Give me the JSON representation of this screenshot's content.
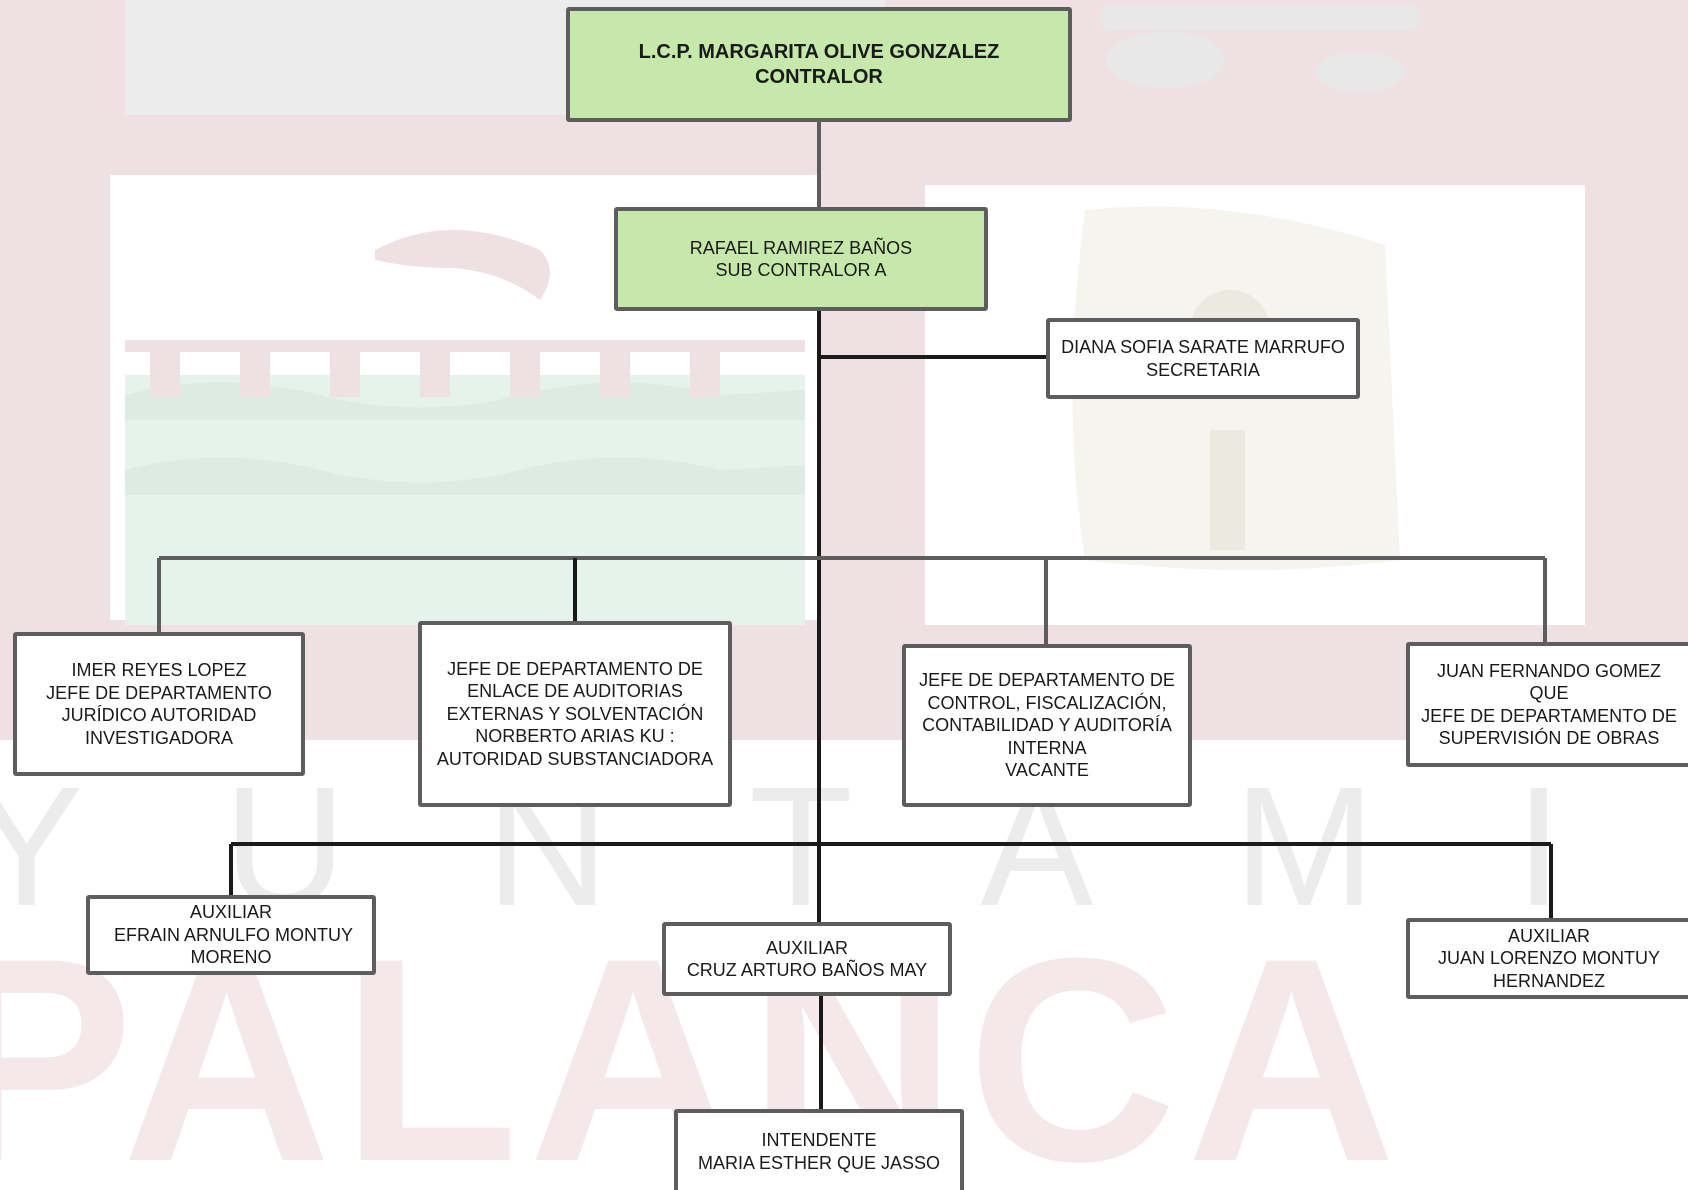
{
  "colors": {
    "border": "#5d5d5d",
    "highlight_fill": "#c6e9ab",
    "connector": "#1a1a1a",
    "watermark_red": "#efe1e3",
    "watermark_green": "#e6f2ec",
    "watermark_gray": "#ececec"
  },
  "watermark": {
    "text": "AYUNTAMIENTO PALANCA"
  },
  "org_chart": {
    "contralor": {
      "lines": [
        "L.C.P. MARGARITA OLIVE GONZALEZ",
        "CONTRALOR"
      ]
    },
    "sub_contralor": {
      "lines": [
        "RAFAEL RAMIREZ BAÑOS",
        "SUB CONTRALOR A"
      ]
    },
    "secretaria": {
      "lines": [
        "DIANA SOFIA SARATE MARRUFO",
        "SECRETARIA"
      ]
    },
    "jefe_juridico": {
      "lines": [
        "IMER REYES LOPEZ",
        "JEFE DE DEPARTAMENTO",
        "JURÍDICO AUTORIDAD",
        "INVESTIGADORA"
      ]
    },
    "jefe_enlace": {
      "lines": [
        "JEFE DE DEPARTAMENTO DE",
        "ENLACE DE AUDITORIAS",
        "EXTERNAS Y SOLVENTACIÓN",
        "NORBERTO ARIAS KU :",
        "AUTORIDAD SUBSTANCIADORA"
      ]
    },
    "jefe_control": {
      "lines": [
        "JEFE DE DEPARTAMENTO  DE",
        "CONTROL, FISCALIZACIÓN,",
        "CONTABILIDAD Y  AUDITORÍA",
        "INTERNA",
        "VACANTE"
      ]
    },
    "jefe_obras": {
      "lines": [
        "JUAN FERNANDO GOMEZ",
        "QUE",
        "JEFE DE DEPARTAMENTO DE",
        "SUPERVISIÓN DE OBRAS"
      ]
    },
    "auxiliar_efrain": {
      "lines": [
        "AUXILIAR",
        " EFRAIN ARNULFO MONTUY",
        "MORENO"
      ]
    },
    "auxiliar_cruz": {
      "lines": [
        "AUXILIAR",
        "CRUZ ARTURO BAÑOS MAY"
      ]
    },
    "auxiliar_juan": {
      "lines": [
        "AUXILIAR",
        "JUAN LORENZO MONTUY",
        "HERNANDEZ"
      ]
    },
    "intendente": {
      "lines": [
        "INTENDENTE",
        "MARIA ESTHER QUE JASSO"
      ]
    }
  }
}
